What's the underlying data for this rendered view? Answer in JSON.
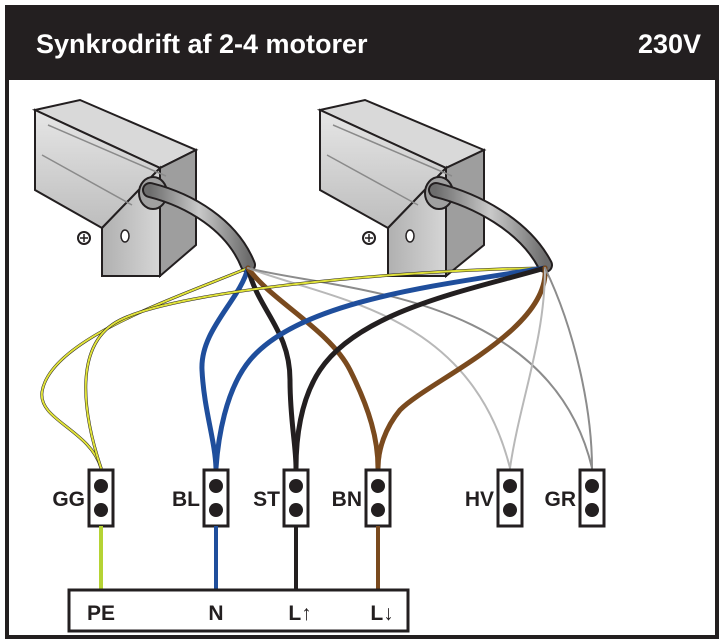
{
  "header": {
    "title": "Synkrodrift af 2-4 motorer",
    "voltage": "230V"
  },
  "terminals": [
    {
      "label": "GG",
      "wire_color": "#b5d334"
    },
    {
      "label": "BL",
      "wire_color": "#1f4e9c"
    },
    {
      "label": "ST",
      "wire_color": "#231f20"
    },
    {
      "label": "BN",
      "wire_color": "#7a4a1e"
    },
    {
      "label": "HV",
      "wire_color": "#d9d9d9"
    },
    {
      "label": "GR",
      "wire_color": "#8c8c8c"
    }
  ],
  "supply": {
    "labels": [
      "PE",
      "N",
      "L↑",
      "L↓"
    ]
  },
  "colors": {
    "frame": "#231f20",
    "yellow_green": "#b5d334",
    "blue": "#1f4e9c",
    "black": "#231f20",
    "brown": "#7a4a1e",
    "white": "#d9d9d9",
    "grey": "#8c8c8c"
  }
}
